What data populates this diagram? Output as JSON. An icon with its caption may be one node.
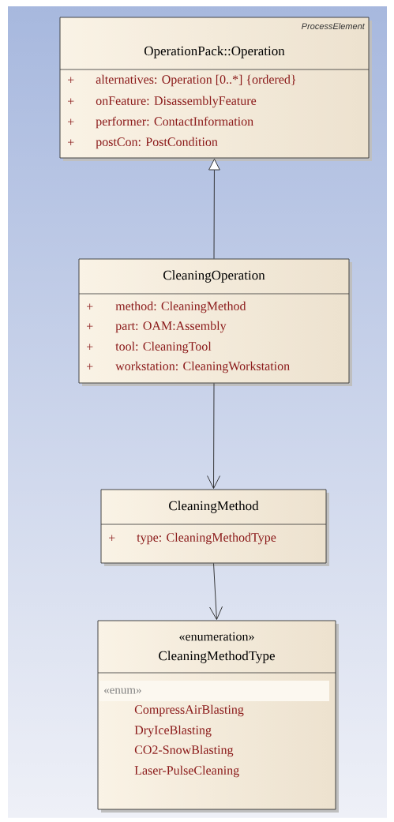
{
  "diagram": {
    "nodes": [
      {
        "text": [
          "ProcessElement",
          "OperationPack::Operation",
          "+",
          "alternatives: Operation [0..*] {ordered}",
          "+",
          "onFeature: DisassemblyFeature",
          "+",
          "performer: ContactInformation",
          "+",
          "postCon: PostCondition"
        ]
      },
      {
        "text": [
          "CleaningOperation",
          "+",
          "method: CleaningMethod",
          "+",
          "part: OAM:Assembly",
          "+",
          "tool: CleaningTool",
          "+",
          "workstation: CleaningWorkstation"
        ]
      },
      {
        "text": [
          "CleaningMethod",
          "+",
          "type: CleaningMethodType"
        ]
      },
      {
        "text": [
          "«enumeration»",
          "CleaningMethodType",
          "«enum»",
          "CompressAirBlasting",
          "DryIceBlasting",
          "CO2-SnowBlasting",
          "Laser-PulseCleaning"
        ]
      }
    ],
    "edges": [
      {
        "from": 1,
        "to": 0,
        "arrow": "to"
      },
      {
        "from": 1,
        "to": 2,
        "arrow": "to"
      },
      {
        "from": 2,
        "to": 3,
        "arrow": "to"
      }
    ]
  }
}
